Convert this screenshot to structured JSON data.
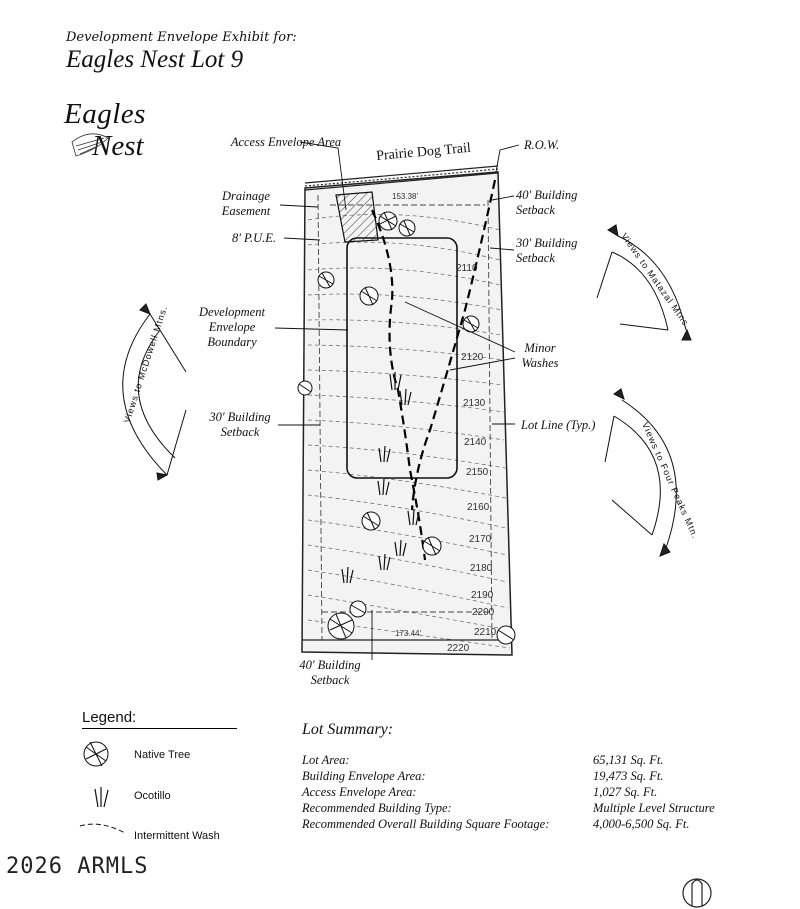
{
  "header": {
    "subtitle": "Development Envelope Exhibit for:",
    "title": "Eagles Nest Lot 9"
  },
  "logo": {
    "line1": "Eagles",
    "line2": "Nest"
  },
  "map": {
    "road_name": "Prairie Dog Trail",
    "labels": {
      "access_envelope": "Access Envelope Area",
      "row": "R.O.W.",
      "drainage": "Drainage Easement",
      "building_setback_40_top": "40' Building Setback",
      "pue": "8' P.U.E.",
      "building_setback_30_right": "30' Building Setback",
      "dev_envelope": "Development Envelope Boundary",
      "minor_washes": "Minor Washes",
      "building_setback_30_left": "30' Building Setback",
      "lot_line": "Lot Line (Typ.)",
      "building_setback_40_bottom": "40' Building Setback"
    },
    "views": {
      "mcdowell": "Views to McDowell Mtns.",
      "matazal": "Views to Matazal Mtns.",
      "four_peaks": "Views to Four Peaks Mtn."
    },
    "contours": [
      "2110",
      "2120",
      "2130",
      "2140",
      "2150",
      "2160",
      "2170",
      "2180",
      "2190",
      "2200",
      "2210",
      "2220"
    ],
    "dimensions": {
      "top": "153.38'",
      "bottom": "173.44'"
    }
  },
  "legend": {
    "title": "Legend:",
    "items": [
      {
        "label": "Native Tree",
        "icon": "native-tree-icon"
      },
      {
        "label": "Ocotillo",
        "icon": "ocotillo-icon"
      },
      {
        "label": "Intermittent Wash",
        "icon": "wash-line-icon"
      }
    ]
  },
  "summary": {
    "title": "Lot Summary:",
    "rows": [
      {
        "label": "Lot Area:",
        "value": "65,131 Sq. Ft."
      },
      {
        "label": "Building Envelope Area:",
        "value": "19,473 Sq. Ft."
      },
      {
        "label": "Access Envelope Area:",
        "value": "1,027 Sq. Ft."
      },
      {
        "label": "Recommended Building Type:",
        "value": "Multiple Level Structure"
      },
      {
        "label": "Recommended Overall Building Square Footage:",
        "value": "4,000-6,500 Sq. Ft."
      }
    ]
  },
  "footer": {
    "copyright": "2026 ARMLS"
  },
  "colors": {
    "ink": "#111111",
    "hatch": "#555555"
  }
}
